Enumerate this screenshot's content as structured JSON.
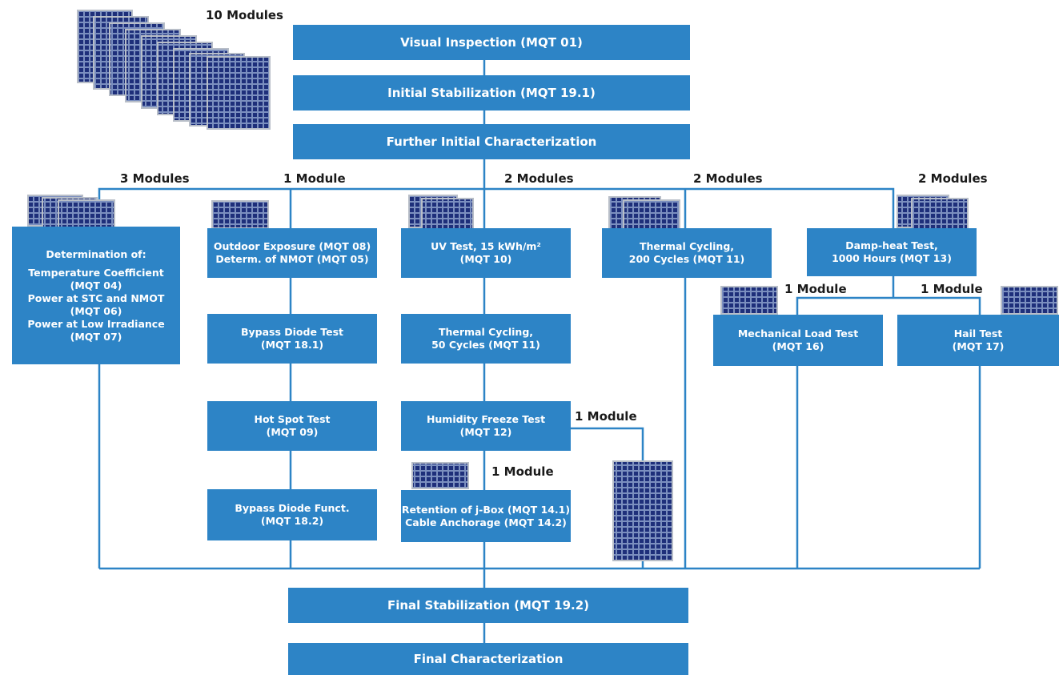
{
  "colors": {
    "box": "#2d84c6",
    "connector": "#2d84c6",
    "text_on_box": "#ffffff",
    "label": "#1a1a1a"
  },
  "icons": {
    "solar_module": "solar-panel-icon"
  },
  "start_label": "10 Modules",
  "sequence_top": {
    "visual_inspection": "Visual Inspection (MQT 01)",
    "initial_stabilization": "Initial Stabilization (MQT 19.1)",
    "further_initial_characterization": "Further Initial Characterization"
  },
  "branches": {
    "b1": {
      "count_label": "3 Modules",
      "determination": {
        "heading": "Determination of:",
        "items": [
          [
            "Temperature Coefficient",
            "(MQT 04)"
          ],
          [
            "Power at STC and NMOT",
            "(MQT 06)"
          ],
          [
            "Power at Low Irradiance",
            "(MQT 07)"
          ]
        ]
      }
    },
    "b2": {
      "count_label": "1 Module",
      "outdoor": [
        "Outdoor Exposure (MQT 08)",
        "Determ. of NMOT (MQT 05)"
      ],
      "bypass_diode": [
        "Bypass Diode Test",
        "(MQT 18.1)"
      ],
      "hot_spot": [
        "Hot Spot Test",
        "(MQT 09)"
      ],
      "bypass_funct": [
        "Bypass Diode Funct.",
        "(MQT 18.2)"
      ]
    },
    "b3": {
      "count_label": "2 Modules",
      "uv": [
        "UV Test, 15 kWh/m²",
        "(MQT 10)"
      ],
      "tc50": [
        "Thermal Cycling,",
        "50 Cycles (MQT 11)"
      ],
      "humidity_freeze": [
        "Humidity Freeze Test",
        "(MQT 12)"
      ],
      "side_label": "1 Module",
      "retention_label": "1 Module",
      "retention": [
        "Retention of j-Box (MQT 14.1)",
        "Cable Anchorage (MQT 14.2)"
      ]
    },
    "b4": {
      "count_label": "2 Modules",
      "tc200": [
        "Thermal Cycling,",
        "200 Cycles (MQT 11)"
      ]
    },
    "b5": {
      "count_label": "2 Modules",
      "damp_heat": [
        "Damp-heat Test,",
        "1000 Hours (MQT 13)"
      ],
      "mech_label": "1 Module",
      "mech_load": [
        "Mechanical Load Test",
        "(MQT 16)"
      ],
      "hail_label": "1 Module",
      "hail": [
        "Hail Test",
        "(MQT 17)"
      ]
    }
  },
  "sequence_bottom": {
    "final_stabilization": "Final Stabilization (MQT 19.2)",
    "final_characterization": "Final Characterization"
  }
}
